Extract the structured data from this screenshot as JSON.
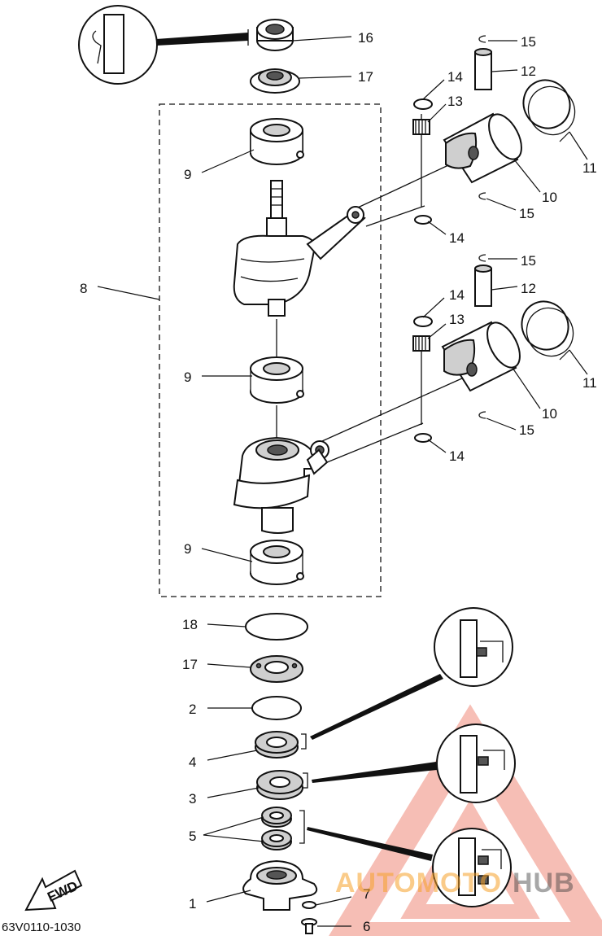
{
  "diagram": {
    "code": "63V0110-1030",
    "fwd_label": "FWD",
    "callouts": {
      "c1": "1",
      "c2": "2",
      "c3": "3",
      "c4": "4",
      "c5": "5",
      "c6": "6",
      "c7": "7",
      "c8": "8",
      "c9a": "9",
      "c9b": "9",
      "c9c": "9",
      "c10a": "10",
      "c10b": "10",
      "c11a": "11",
      "c11b": "11",
      "c12a": "12",
      "c12b": "12",
      "c13a": "13",
      "c13b": "13",
      "c14a": "14",
      "c14b": "14",
      "c14c": "14",
      "c14d": "14",
      "c15a": "15",
      "c15b": "15",
      "c15c": "15",
      "c15d": "15",
      "c16": "16",
      "c17a": "17",
      "c17b": "17",
      "c18": "18"
    },
    "watermark": {
      "part1": "AUTOMOTO",
      "part2": "HUB",
      "accent": "#f08a7a"
    }
  }
}
